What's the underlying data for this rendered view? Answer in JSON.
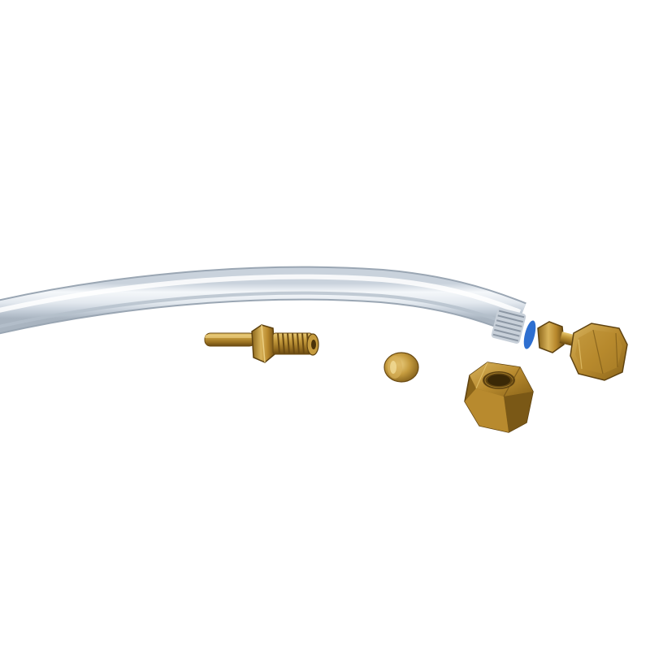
{
  "scene": {
    "background": "#ffffff",
    "colors": {
      "brass": "#b88a2e",
      "brass_dark": "#6e4e14",
      "brass_light": "#e2c06a",
      "tube": "#dfe6ee",
      "tube_edge": "#9aa6b3",
      "blue_ring": "#2e6fd0"
    },
    "objects": [
      "clear-plastic-tubing",
      "brass-threaded-nipple",
      "brass-ferrule-olive",
      "brass-compression-nut",
      "brass-compression-fitting-assembly"
    ]
  }
}
